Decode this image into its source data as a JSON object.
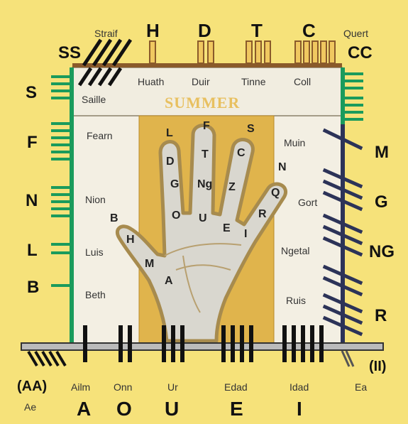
{
  "colors": {
    "background": "#f6e27a",
    "inner_panel": "#f3efe3",
    "hand_panel": "#e0b44c",
    "hand": "#d9d7cf",
    "green_stave": "#1a9b5c",
    "navy_stave": "#2c3358",
    "black_stave": "#111111"
  },
  "top": {
    "SS": "SS",
    "straif": "Straif",
    "H": "H",
    "D": "D",
    "T": "T",
    "C": "C",
    "quert": "Quert",
    "CC": "CC"
  },
  "top_row": {
    "saille": "Saille",
    "huath": "Huath",
    "duir": "Duir",
    "tinne": "Tinne",
    "coll": "Coll",
    "summer": "SUMMER"
  },
  "left": {
    "S": "S",
    "F": "F",
    "N": "N",
    "L": "L",
    "B": "B",
    "fearn": "Fearn",
    "nion": "Nion",
    "luis": "Luis",
    "beth": "Beth"
  },
  "right": {
    "M": "M",
    "G": "G",
    "NG": "NG",
    "R": "R",
    "muin": "Muin",
    "gort": "Gort",
    "ngetal": "Ngetal",
    "ruis": "Ruis"
  },
  "hand_letters": {
    "L": "L",
    "D": "D",
    "G": "G",
    "O": "O",
    "F": "F",
    "T": "T",
    "Ng": "Ng",
    "U": "U",
    "S": "S",
    "C": "C",
    "Z": "Z",
    "E": "E",
    "N": "N",
    "Q": "Q",
    "R": "R",
    "I": "I",
    "B": "B",
    "H": "H",
    "M": "M",
    "A": "A"
  },
  "bottom": {
    "AA": "(AA)",
    "II": "(II)",
    "ailm": "Ailm",
    "onn": "Onn",
    "ur": "Ur",
    "edad": "Edad",
    "idad": "Idad",
    "ea": "Ea",
    "ae": "Ae",
    "A": "A",
    "O": "O",
    "U": "U",
    "E": "E",
    "I": "I"
  }
}
